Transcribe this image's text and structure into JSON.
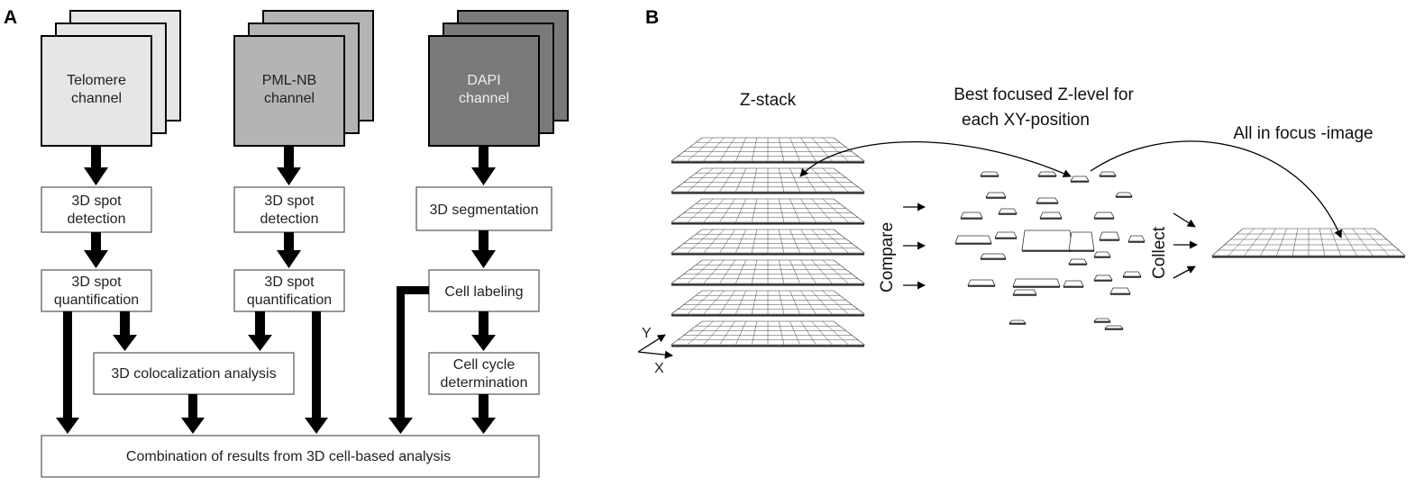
{
  "panels": {
    "a": "A",
    "b": "B"
  },
  "panel_a": {
    "channels": [
      {
        "line1": "Telomere",
        "line2": "channel",
        "fill": "#e6e6e6"
      },
      {
        "line1": "PML-NB",
        "line2": "channel",
        "fill": "#b4b4b4"
      },
      {
        "line1": "DAPI",
        "line2": "channel",
        "fill": "#7a7a7a"
      }
    ],
    "boxes": {
      "detection_1": [
        "3D spot",
        "detection"
      ],
      "detection_2": [
        "3D spot",
        "detection"
      ],
      "segmentation": [
        "3D segmentation"
      ],
      "quantification_1": [
        "3D spot",
        "quantification"
      ],
      "quantification_2": [
        "3D spot",
        "quantification"
      ],
      "cell_labeling": [
        "Cell labeling"
      ],
      "colocalization": [
        "3D colocalization analysis"
      ],
      "cell_cycle": [
        "Cell cycle",
        "determination"
      ],
      "combination": [
        "Combination of results from 3D cell-based analysis"
      ]
    }
  },
  "panel_b": {
    "z_stack": "Z-stack",
    "best_focused": [
      "Best focused Z-level for",
      "each XY-position"
    ],
    "all_in_focus": "All in focus -image",
    "compare": "Compare",
    "collect": "Collect",
    "axis_y": "Y",
    "axis_x": "X"
  }
}
